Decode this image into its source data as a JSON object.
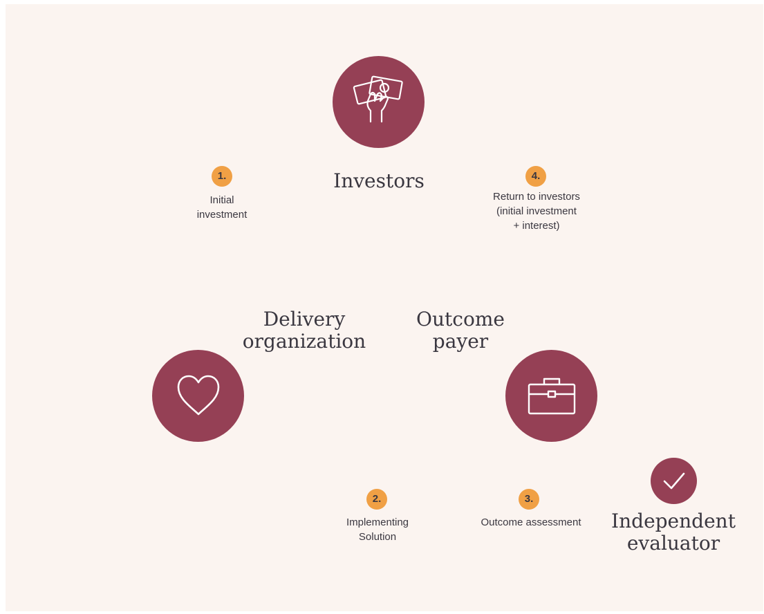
{
  "colors": {
    "background": "#fbf4f0",
    "node_fill": "#954055",
    "step_badge": "#f0a045",
    "text": "#3a3740",
    "arrow": "#954055"
  },
  "nodes": {
    "investors": {
      "label": "Investors",
      "icon": "hand-holding-money-icon"
    },
    "delivery": {
      "label": "Delivery\norganization",
      "icon": "heart-icon"
    },
    "outcome_payer": {
      "label": "Outcome\npayer",
      "icon": "briefcase-icon"
    },
    "evaluator": {
      "label": "Independent\nevaluator",
      "icon": "checkmark-icon"
    }
  },
  "steps": [
    {
      "number": "1.",
      "label": "Initial\ninvestment"
    },
    {
      "number": "2.",
      "label": "Implementing\nSolution"
    },
    {
      "number": "3.",
      "label": "Outcome assessment"
    },
    {
      "number": "4.",
      "label": "Return to investors\n(initial investment\n+ interest)"
    }
  ]
}
